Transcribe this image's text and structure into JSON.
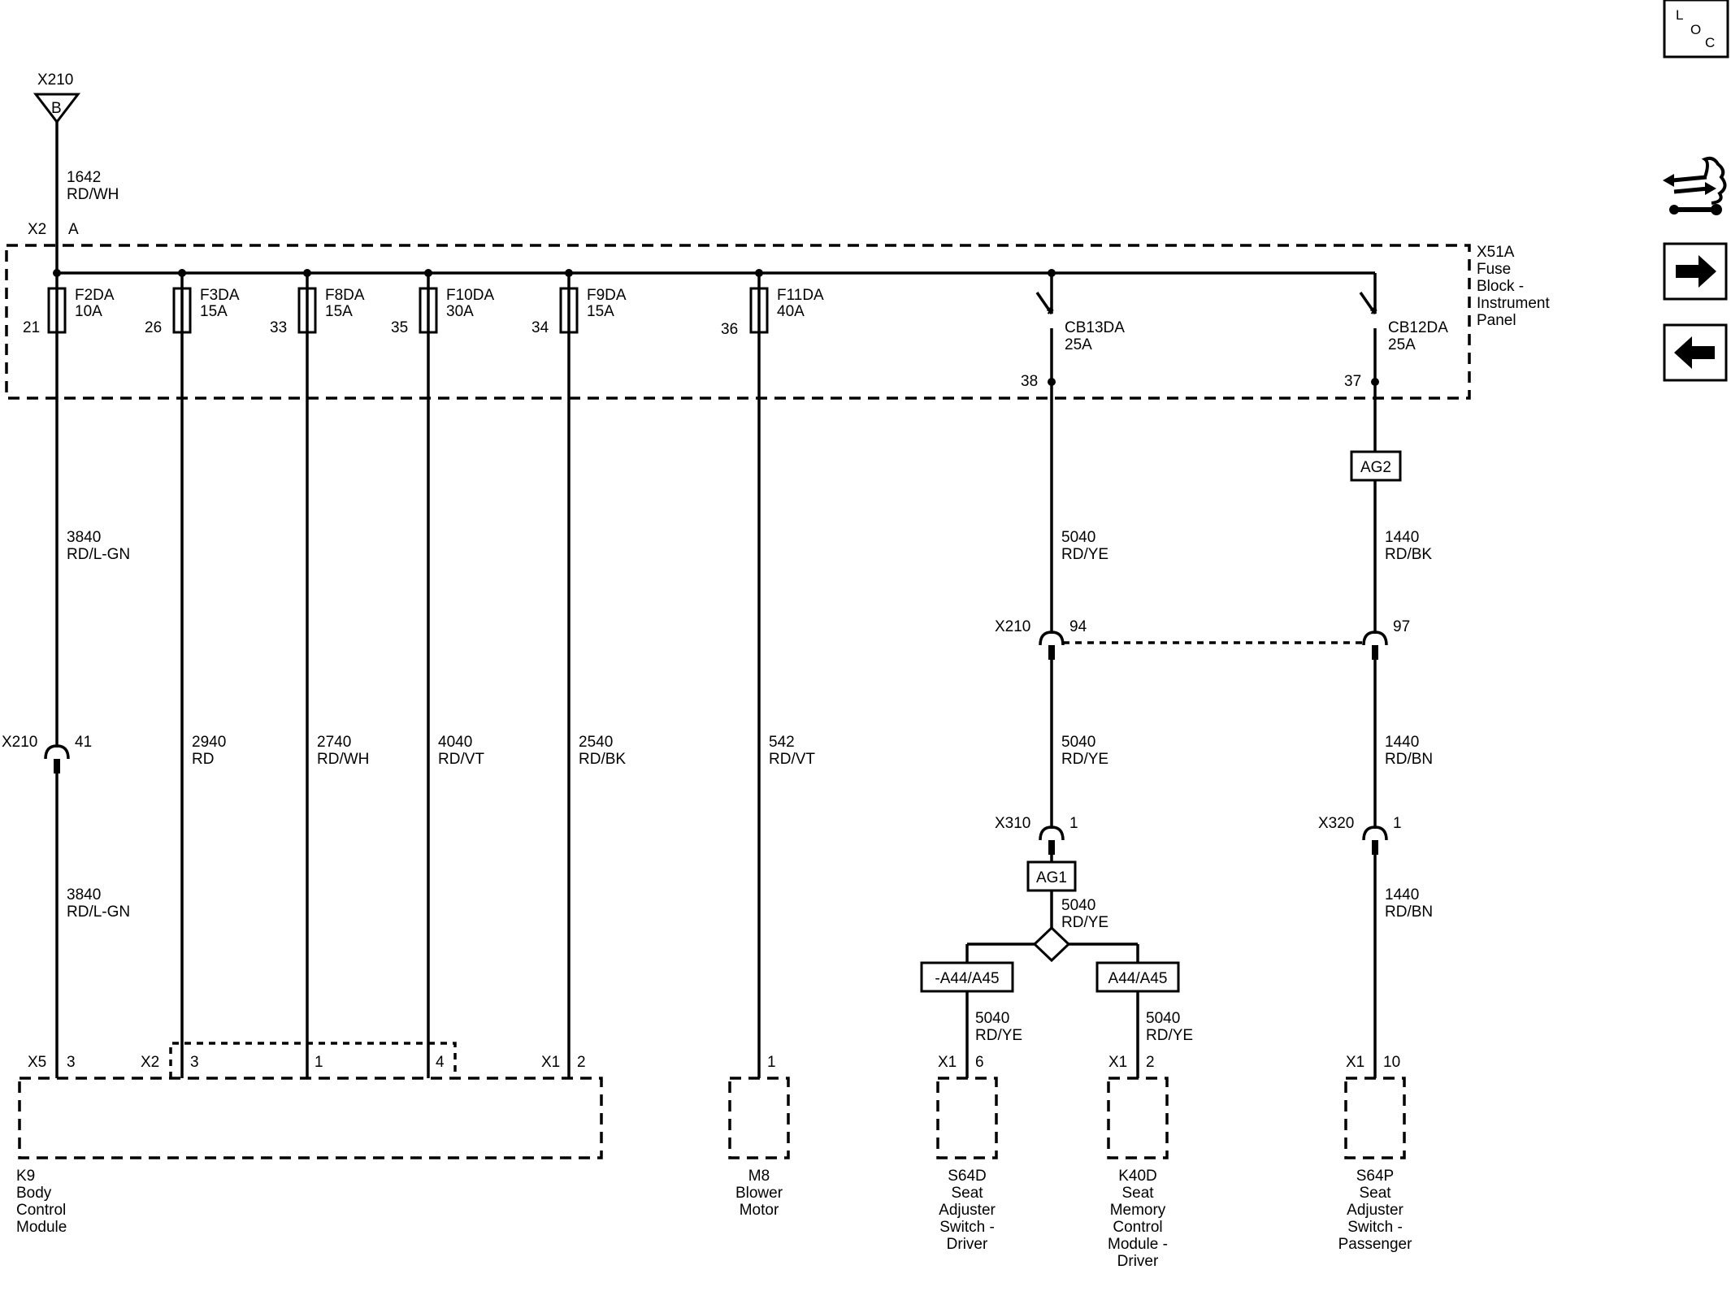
{
  "power_source": {
    "connector": "X210",
    "pin": "B",
    "wire_num": "1642",
    "wire_color": "RD/WH"
  },
  "fuse_block": {
    "connector": "X2",
    "connector_pin": "A",
    "name_lines": [
      "X51A",
      "Fuse",
      "Block -",
      "Instrument",
      "Panel"
    ]
  },
  "fuses": [
    {
      "name": "F2DA",
      "rating": "10A",
      "pin": "21"
    },
    {
      "name": "F3DA",
      "rating": "15A",
      "pin": "26"
    },
    {
      "name": "F8DA",
      "rating": "15A",
      "pin": "33"
    },
    {
      "name": "F10DA",
      "rating": "30A",
      "pin": "35"
    },
    {
      "name": "F9DA",
      "rating": "15A",
      "pin": "34"
    },
    {
      "name": "F11DA",
      "rating": "40A",
      "pin": "36"
    }
  ],
  "breakers": [
    {
      "name": "CB13DA",
      "rating": "25A",
      "pin": "38"
    },
    {
      "name": "CB12DA",
      "rating": "25A",
      "pin": "37"
    }
  ],
  "wires": {
    "bcm_upper": {
      "num": "3840",
      "color": "RD/L-GN"
    },
    "bcm_lower": {
      "num": "3840",
      "color": "RD/L-GN"
    },
    "f3": {
      "num": "2940",
      "color": "RD"
    },
    "f8": {
      "num": "2740",
      "color": "RD/WH"
    },
    "f10": {
      "num": "4040",
      "color": "RD/VT"
    },
    "f9": {
      "num": "2540",
      "color": "RD/BK"
    },
    "f11": {
      "num": "542",
      "color": "RD/VT"
    },
    "cb13_a": {
      "num": "5040",
      "color": "RD/YE"
    },
    "cb13_b": {
      "num": "5040",
      "color": "RD/YE"
    },
    "cb13_c": {
      "num": "5040",
      "color": "RD/YE"
    },
    "cb13_left": {
      "num": "5040",
      "color": "RD/YE"
    },
    "cb13_right": {
      "num": "5040",
      "color": "RD/YE"
    },
    "cb12_a": {
      "num": "1440",
      "color": "RD/BK"
    },
    "cb12_b": {
      "num": "1440",
      "color": "RD/BN"
    },
    "cb12_c": {
      "num": "1440",
      "color": "RD/BN"
    }
  },
  "inline_connectors": {
    "bcm": {
      "name": "X210",
      "pin": "41"
    },
    "cb13_x210": {
      "name": "X210",
      "pin": "94"
    },
    "cb12_x210": {
      "pin": "97"
    },
    "x310": {
      "name": "X310",
      "pin": "1"
    },
    "x320": {
      "name": "X320",
      "pin": "1"
    }
  },
  "option_boxes": {
    "ag2": "AG2",
    "ag1": "AG1",
    "opt_left": "-A44/A45",
    "opt_right": "A44/A45"
  },
  "component_pins": {
    "k9_x5": {
      "conn": "X5",
      "pin": "3"
    },
    "k9_x2_3": {
      "conn": "X2",
      "pin": "3"
    },
    "k9_x2_1": {
      "pin": "1"
    },
    "k9_x2_4": {
      "pin": "4"
    },
    "k9_x1": {
      "conn": "X1",
      "pin": "2"
    },
    "m8": {
      "pin": "1"
    },
    "s64d": {
      "conn": "X1",
      "pin": "6"
    },
    "k40d": {
      "conn": "X1",
      "pin": "2"
    },
    "s64p": {
      "conn": "X1",
      "pin": "10"
    }
  },
  "components": {
    "k9": [
      "K9",
      "Body",
      "Control",
      "Module"
    ],
    "m8": [
      "M8",
      "Blower",
      "Motor"
    ],
    "s64d": [
      "S64D",
      "Seat",
      "Adjuster",
      "Switch -",
      "Driver"
    ],
    "k40d": [
      "K40D",
      "Seat",
      "Memory",
      "Control",
      "Module -",
      "Driver"
    ],
    "s64p": [
      "S64P",
      "Seat",
      "Adjuster",
      "Switch -",
      "Passenger"
    ]
  },
  "side_panel": {
    "loc_letters": [
      "L",
      "O",
      "C"
    ],
    "icons": [
      "service-info-icon",
      "forward-arrow-icon",
      "back-arrow-icon"
    ]
  }
}
